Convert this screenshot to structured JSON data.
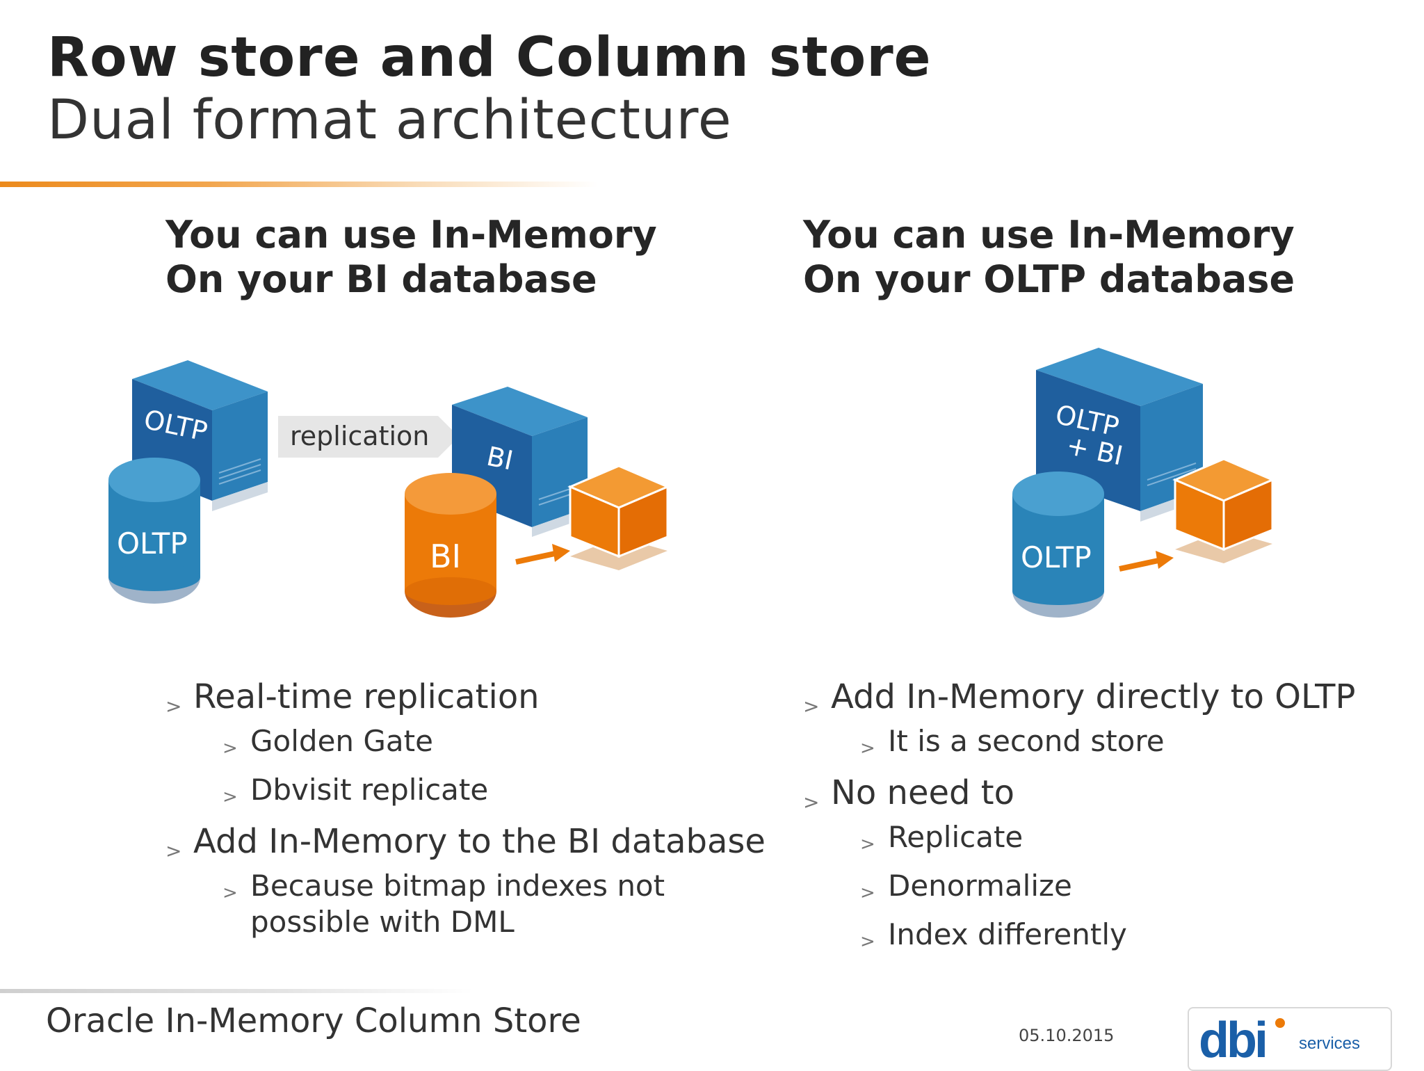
{
  "slide": {
    "title": "Row store and Column store",
    "subtitle": "Dual format architecture"
  },
  "left": {
    "heading_line1": "You can use In-Memory",
    "heading_line2": "On your BI database",
    "diagram": {
      "server_oltp_label": "OLTP",
      "cylinder_oltp_label": "OLTP",
      "replication_label": "replication",
      "server_bi_label": "BI",
      "cylinder_bi_label": "BI"
    },
    "bullets": {
      "b1": "Real-time replication",
      "b1_1": "Golden Gate",
      "b1_2": "Dbvisit replicate",
      "b2": "Add In-Memory to the BI database",
      "b2_1": "Because bitmap indexes not possible with DML"
    }
  },
  "right": {
    "heading_line1": "You can use In-Memory",
    "heading_line2": "On your OLTP database",
    "diagram": {
      "server_label_line1": "OLTP",
      "server_label_line2": "+ BI",
      "cylinder_label": "OLTP"
    },
    "bullets": {
      "b1": "Add In-Memory directly to OLTP",
      "b1_1": "It is a second store",
      "b2": "No need to",
      "b2_1": "Replicate",
      "b2_2": "Denormalize",
      "b2_3": "Index differently"
    }
  },
  "footer": {
    "title": "Oracle In-Memory Column Store",
    "date": "05.10.2015",
    "logo_text": "dbi",
    "logo_sub": "services"
  },
  "colors": {
    "accent_orange": "#ec7a08",
    "server_blue": "#1f6fae",
    "server_blue_dark": "#174f8a",
    "cyl_blue": "#2a84b8",
    "logo_blue": "#1a5fa8"
  }
}
